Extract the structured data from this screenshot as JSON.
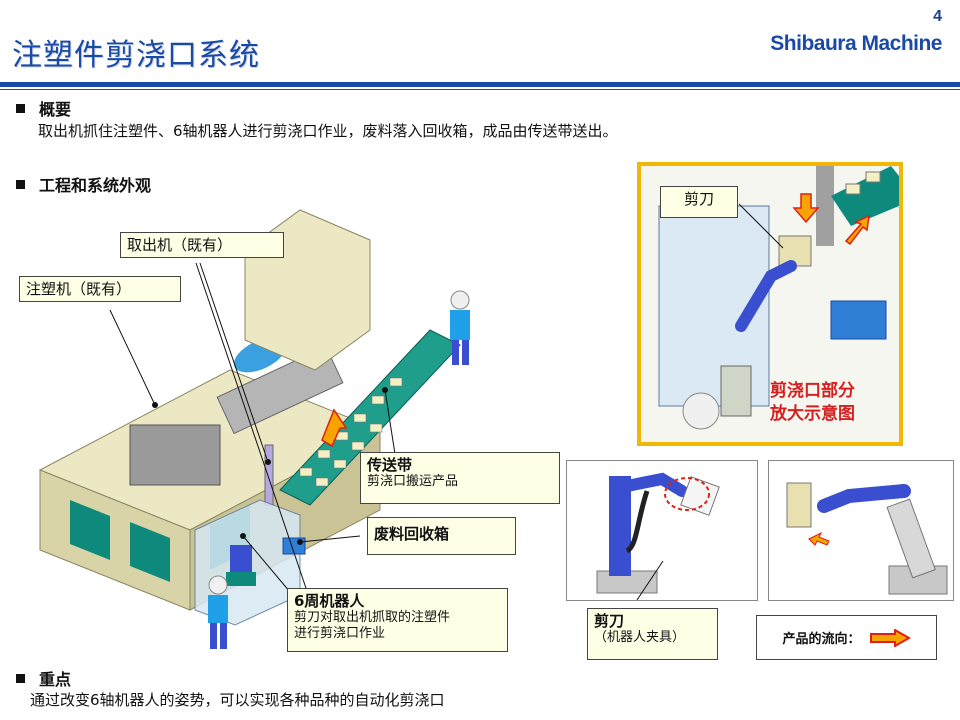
{
  "header": {
    "page_number": "4",
    "title": "注塑件剪浇口系统",
    "brand": "Shibaura Machine"
  },
  "overview": {
    "heading": "概要",
    "body": "取出机抓住注塑件、6轴机器人进行剪浇口作业，废料落入回收箱，成品由传送带送出。"
  },
  "process": {
    "heading": "工程和系统外观"
  },
  "callouts": {
    "takeout": "取出机（既有）",
    "injection": "注塑机（既有）",
    "conveyor_title": "传送带",
    "conveyor_sub": "剪浇口搬运产品",
    "scrap_bin": "废料回收箱",
    "robot_title": "6周机器人",
    "robot_sub_1": "剪刀对取出机抓取的注塑件",
    "robot_sub_2": "进行剪浇口作业",
    "scissors_zoom": "剪刀",
    "scissors_tool_title": "剪刀",
    "scissors_tool_sub": "（机器人夹具）"
  },
  "zoom_caption": {
    "line1": "剪浇口部分",
    "line2": "放大示意图"
  },
  "legend": {
    "label": "产品的流向："
  },
  "key_points": {
    "heading": "重点",
    "body": "通过改变6轴机器人的姿势，可以实现各种品种的自动化剪浇口"
  },
  "colors": {
    "brand_blue": "#1a4aa5",
    "machine_cream": "#ece8c4",
    "window_teal": "#0d8a7c",
    "robot_blue": "#3a4fd0",
    "arrow_orange": "#f7a400",
    "arrow_red": "#e02010",
    "frame_gold": "#f2b705"
  }
}
